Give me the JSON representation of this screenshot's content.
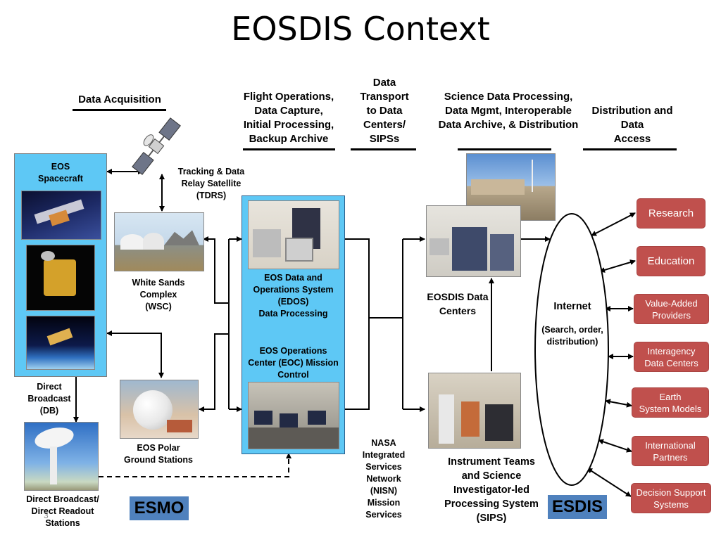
{
  "title": "EOSDIS Context",
  "headers": {
    "acquisition": "Data Acquisition",
    "flight_ops": [
      "Flight Operations,",
      "Data Capture,",
      "Initial Processing,",
      "Backup Archive"
    ],
    "transport": [
      "Data",
      "Transport",
      "to Data",
      "Centers/",
      "SIPSs"
    ],
    "science": [
      "Science Data Processing,",
      "Data Mgmt, Interoperable",
      "Data Archive, & Distribution"
    ],
    "distribution": [
      "Distribution and",
      "Data",
      "Access"
    ]
  },
  "spacecraft": {
    "title": [
      "EOS",
      "Spacecraft"
    ]
  },
  "tdrs": [
    "Tracking & Data",
    "Relay Satellite",
    "(TDRS)"
  ],
  "wsc": [
    "White Sands",
    "Complex",
    "(WSC)"
  ],
  "polar": [
    "EOS Polar",
    "Ground Stations"
  ],
  "direct_broadcast": [
    "Direct",
    "Broadcast",
    "(DB)"
  ],
  "db_stations": [
    "Direct Broadcast/",
    "Direct Readout",
    "Stations"
  ],
  "edos": [
    "EOS Data and",
    "Operations System",
    "(EDOS)",
    "Data Processing"
  ],
  "eoc": [
    "EOS Operations",
    "Center (EOC) Mission",
    "Control"
  ],
  "nisn": [
    "NASA",
    "Integrated",
    "Services",
    "Network",
    "(NISN)",
    "Mission",
    "Services"
  ],
  "data_centers": [
    "EOSDIS Data",
    "Centers"
  ],
  "sips": [
    "Instrument Teams",
    "and Science",
    "Investigator-led",
    "Processing System",
    "(SIPS)"
  ],
  "internet": {
    "title": "Internet",
    "sub": [
      "(Search, order,",
      "distribution)"
    ]
  },
  "users": [
    [
      "Research"
    ],
    [
      "Education"
    ],
    [
      "Value-Added",
      "Providers"
    ],
    [
      "Interagency",
      "Data Centers"
    ],
    [
      "Earth",
      "System Models"
    ],
    [
      "International",
      "Partners"
    ],
    [
      "Decision Support",
      "Systems"
    ]
  ],
  "badges": {
    "esmo": "ESMO",
    "esdis": "ESDIS"
  },
  "page_number": "3",
  "colors": {
    "panel_blue": "#5ec8f5",
    "user_red": "#c0504d",
    "badge_blue": "#4f81bd"
  }
}
